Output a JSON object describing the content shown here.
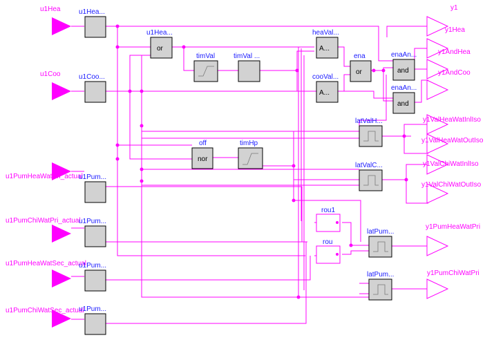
{
  "inputs": [
    {
      "label": "u1Hea"
    },
    {
      "label": "u1Coo"
    },
    {
      "label": "u1PumHeaWatPri_actual"
    },
    {
      "label": "u1PumChiWatPri_actual"
    },
    {
      "label": "u1PumHeaWatSec_actual"
    },
    {
      "label": "u1PumChiWatSec_actual"
    }
  ],
  "input_blocks": [
    {
      "name": "u1Hea..."
    },
    {
      "name": "u1Coo..."
    },
    {
      "name": "u1Pum..."
    },
    {
      "name": "u1Pum..."
    },
    {
      "name": "u1Pum..."
    },
    {
      "name": "u1Pum..."
    }
  ],
  "logic_blocks": {
    "u1Hea_or": {
      "name": "u1Hea...",
      "text": "or"
    },
    "timVal": {
      "name": "timVal"
    },
    "timVal2": {
      "name": "timVal ..."
    },
    "off": {
      "name": "off",
      "text": "nor"
    },
    "timHp": {
      "name": "timHp"
    },
    "heaVal": {
      "name": "heaVal...",
      "text": "A..."
    },
    "cooVal": {
      "name": "cooVal...",
      "text": "A..."
    },
    "ena": {
      "name": "ena",
      "text": "or"
    },
    "enaAn1": {
      "name": "enaAn...",
      "text": "and"
    },
    "enaAn2": {
      "name": "enaAn...",
      "text": "and"
    },
    "latValH": {
      "name": "latValH..."
    },
    "latValC": {
      "name": "latValC..."
    },
    "rou1": {
      "name": "rou1"
    },
    "rou": {
      "name": "rou"
    },
    "latPum1": {
      "name": "latPum..."
    },
    "latPum2": {
      "name": "latPum..."
    }
  },
  "outputs": {
    "y1": "y1",
    "y1Hea": "y1Hea",
    "y1AndHea": "y1AndHea",
    "y1AndCoo": "y1AndCoo",
    "y1ValHeaWatInlIso": "y1ValHeaWatInlIso",
    "y1ValHeaWatOutIso": "y1ValHeaWatOutIso",
    "y1ValChiWatInlIso": "y1ValChiWatInlIso",
    "y1ValChiWatOutIso": "y1ValChiWatOutIso",
    "y1PumHeaWatPri": "y1PumHeaWatPri",
    "y1PumChiWatPri": "y1PumChiWatPri"
  },
  "colors": {
    "wire": "#ff00ff",
    "block_label": "#1a1aff",
    "block_fill": "#d2d2d2"
  }
}
